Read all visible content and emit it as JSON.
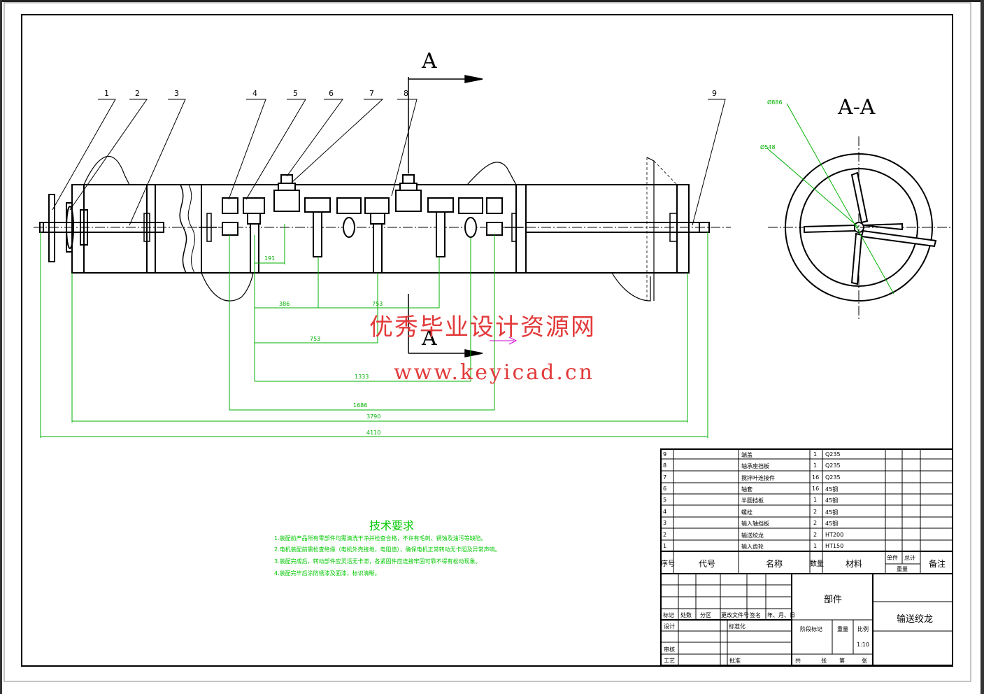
{
  "section": {
    "cut_label_top": "A",
    "cut_label_bottom": "A",
    "view_title": "A-A",
    "dia_outer": "Ø886",
    "dia_inner": "Ø548"
  },
  "balloons": [
    "1",
    "2",
    "3",
    "4",
    "5",
    "6",
    "7",
    "8",
    "9"
  ],
  "dimensions": {
    "d1": "191",
    "d2": "386",
    "d3": "753",
    "d4": "753",
    "d5": "1333",
    "d6": "1686",
    "d7": "3790",
    "d8": "4110"
  },
  "watermark": {
    "line1": "优秀毕业设计资源网",
    "line2": "www.keyicad.cn"
  },
  "tech": {
    "title": "技术要求",
    "line1": "1.装配前产品所有零部件均需清洗干净并检查合格，不许有毛刺、锈蚀及油污等缺陷。",
    "line2": "2.电机装配前需检查绝缘（电机外壳接地，电阻值），确保电机正常转动无卡阻及异常声响。",
    "line3": "3.装配完成后，转动部件应灵活无卡滞，各紧固件应连接牢固可靠不得有松动现象。",
    "line4": "4.装配完毕后涂防锈漆及面漆，标识清晰。"
  },
  "bom": {
    "rows": [
      {
        "no": "9",
        "name": "端盖",
        "qty": "1",
        "mat": "Q235"
      },
      {
        "no": "8",
        "name": "轴承座挡板",
        "qty": "1",
        "mat": "Q235"
      },
      {
        "no": "7",
        "name": "搅拌叶连接件",
        "qty": "16",
        "mat": "Q235"
      },
      {
        "no": "6",
        "name": "轴套",
        "qty": "16",
        "mat": "45钢"
      },
      {
        "no": "5",
        "name": "半圆挡板",
        "qty": "1",
        "mat": "45钢"
      },
      {
        "no": "4",
        "name": "螺栓",
        "qty": "2",
        "mat": "45钢"
      },
      {
        "no": "3",
        "name": "输入轴挡板",
        "qty": "2",
        "mat": "45钢"
      },
      {
        "no": "2",
        "name": "输送绞龙",
        "qty": "2",
        "mat": "HT200"
      },
      {
        "no": "1",
        "name": "输入齿轮",
        "qty": "1",
        "mat": "HT150"
      }
    ],
    "header": {
      "no": "序号",
      "code": "代号",
      "name": "名称",
      "qty": "数量",
      "mat": "材料",
      "unit": "单件",
      "total": "总计",
      "weight": "重量",
      "remark": "备注"
    }
  },
  "title_block": {
    "part_type": "部件",
    "drawing_name": "输送绞龙",
    "mark": "标记",
    "count": "处数",
    "zone": "分区",
    "change_doc": "更改文件号",
    "sign": "签名",
    "date": "年、月、日",
    "design": "设计",
    "standard": "标准化",
    "review": "审核",
    "process": "工艺",
    "approve": "批准",
    "stage": "阶段标记",
    "weight": "重量",
    "scale": "比例",
    "scale_value": "1:10",
    "sheets": "共",
    "sheet_of": "张",
    "sheet_no": "第",
    "sheet_no_of": "张"
  }
}
